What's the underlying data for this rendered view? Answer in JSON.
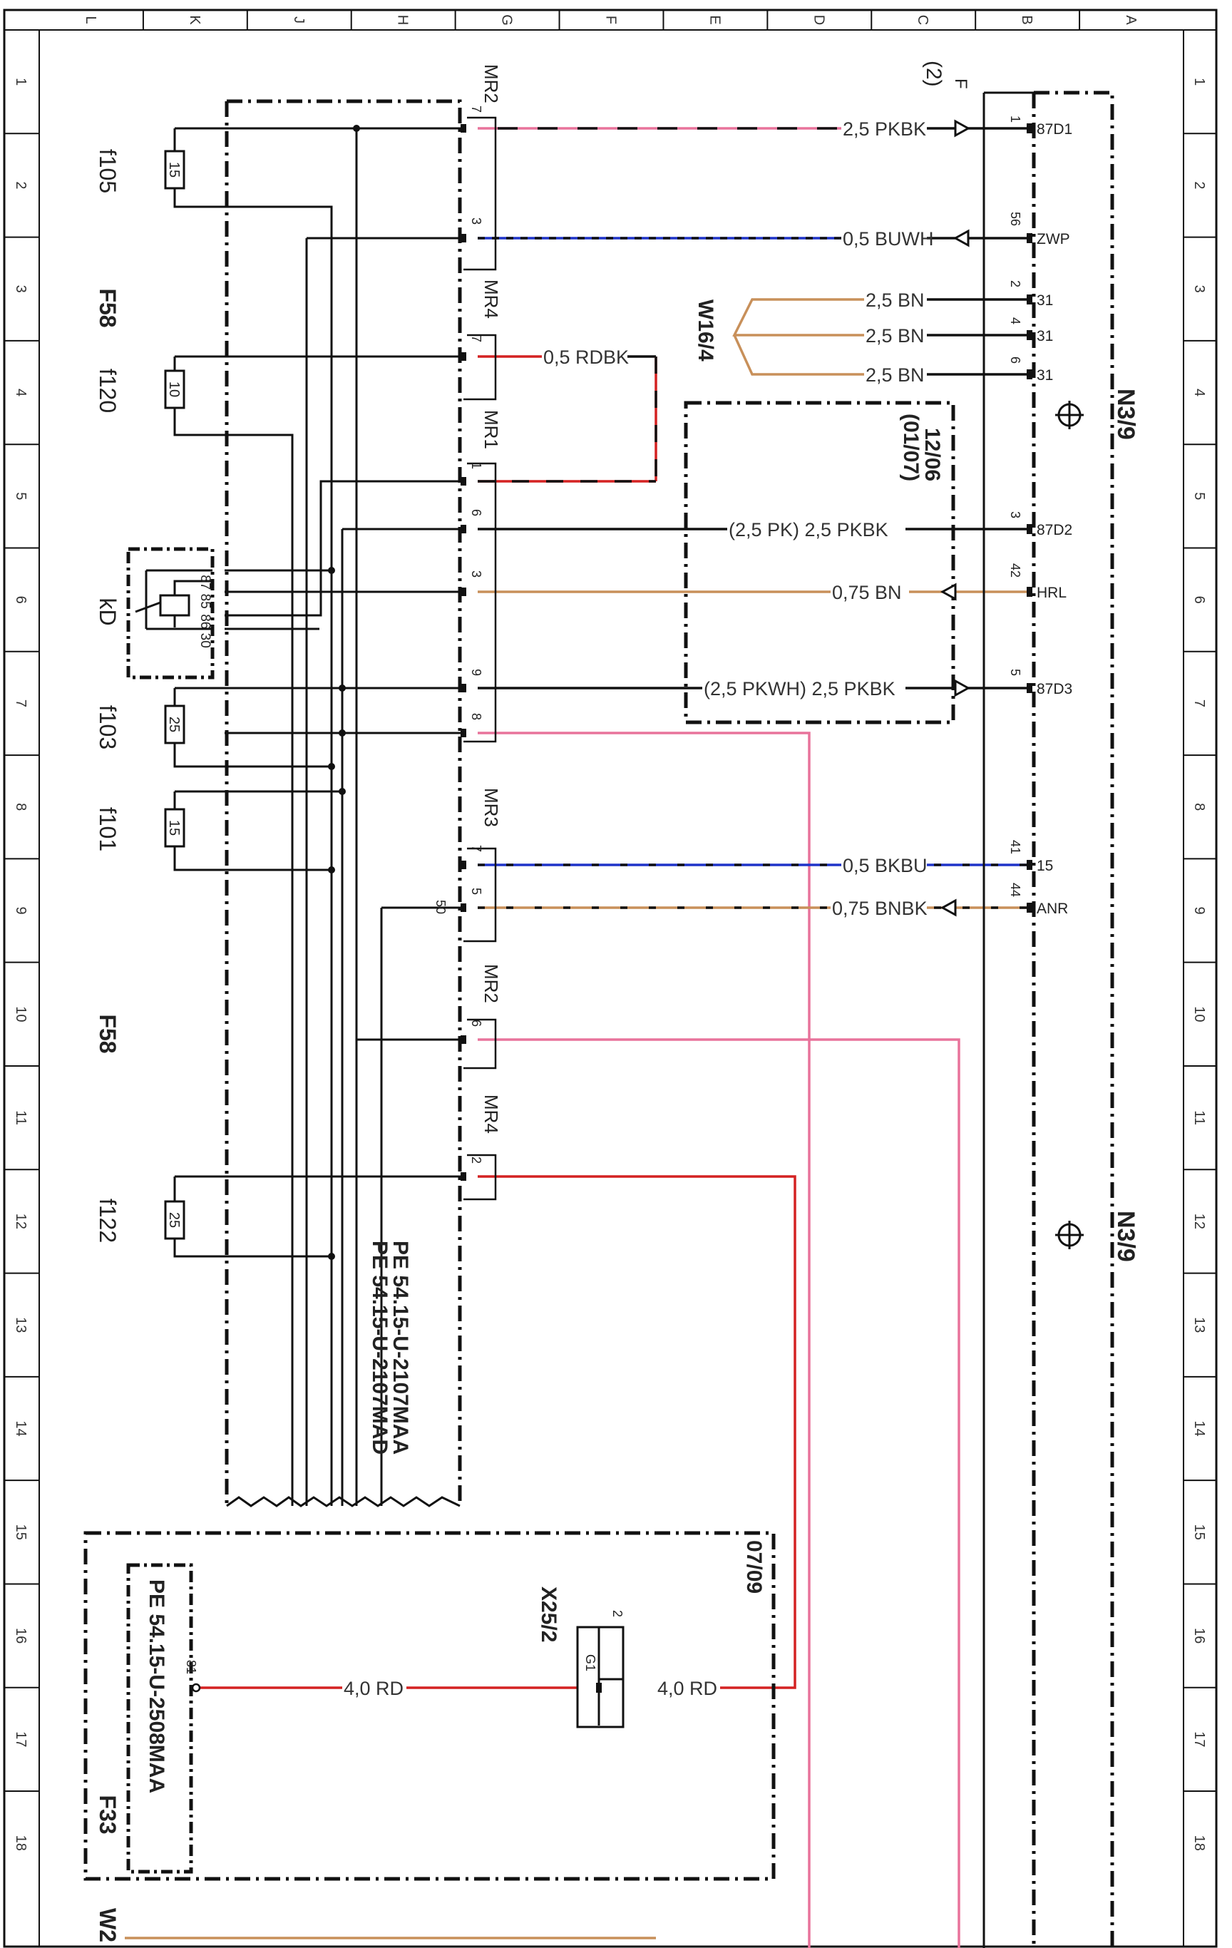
{
  "colors": {
    "black": "#111111",
    "pink": "#e8739b",
    "red": "#d42222",
    "blue": "#1f33c8",
    "brown": "#c8905a"
  },
  "grid": {
    "columns": [
      "L",
      "K",
      "J",
      "H",
      "G",
      "F",
      "E",
      "D",
      "C",
      "B",
      "A"
    ],
    "rows": [
      "1",
      "2",
      "3",
      "4",
      "5",
      "6",
      "7",
      "8",
      "9",
      "10",
      "11",
      "12",
      "13",
      "14",
      "15",
      "16",
      "17",
      "18"
    ]
  },
  "components": {
    "f58_top": "F58",
    "f58_bottom": "F58",
    "f105": "f105",
    "f120": "f120",
    "kd": "kD",
    "f103": "f103",
    "f101": "f101",
    "f122": "f122",
    "fuse_f105": "15",
    "fuse_f120": "10",
    "fuse_f103": "25",
    "fuse_f101": "15",
    "fuse_f122": "25",
    "relay_pins_a": "87 85",
    "relay_pins_b": "86 30",
    "n39_top": "N3/9",
    "n39_bottom": "N3/9",
    "w16_4": "W16/4",
    "x25_2": "X25/2",
    "x25_pin": "2",
    "x25_g1": "G1",
    "f33": "F33",
    "w2": "W2",
    "ref_f": "(2)",
    "ref_f_sup": "F",
    "date_1206": "12/06",
    "date_0107": "(01/07)",
    "date_0709": "07/09",
    "pe1": "PE 54.15-U-2107MAA",
    "pe2": "PE 54.15-U-2107MAD",
    "pe3": "PE 54.15-U-2508MAA"
  },
  "connectors": {
    "mr2_a": "MR2",
    "mr4_a": "MR4",
    "mr1": "MR1",
    "mr3": "MR3",
    "mr2_b": "MR2",
    "mr4_b": "MR4"
  },
  "pins_left": {
    "mr2_7": "7",
    "mr2_3": "3",
    "mr4_7": "7",
    "mr1_1": "1",
    "mr1_6": "6",
    "mr1_3": "3",
    "mr1_9": "9",
    "mr1_8": "8",
    "mr3_7": "7",
    "mr3_5": "5",
    "mr3_50": "50",
    "mr2b_6": "6",
    "mr4b_2": "2",
    "f33_81": "81"
  },
  "pins_right": {
    "p1": "1",
    "p56": "56",
    "p2": "2",
    "p4": "4",
    "p6": "6",
    "p3": "3",
    "p42": "42",
    "p5": "5",
    "p41": "41",
    "p44": "44"
  },
  "terminals": {
    "t87d1": "87D1",
    "tzwp": "ZWP",
    "t31a": "31",
    "t31b": "31",
    "t31c": "31",
    "t87d2": "87D2",
    "thrl": "HRL",
    "t87d3": "87D3",
    "t15": "15",
    "tanr": "ANR"
  },
  "wires": {
    "pkbk_1": "2,5 PKBK",
    "buwh": "0,5 BUWH",
    "bn_a": "2,5 BN",
    "bn_b": "2,5 BN",
    "bn_c": "2,5 BN",
    "rdbk": "0,5 RDBK",
    "pkbk_2": "(2,5 PK) 2,5 PKBK",
    "bn_075": "0,75 BN",
    "pkbk_3": "(2,5 PKWH) 2,5 PKBK",
    "bkbu": "0,5 BKBU",
    "bnbk": "0,75 BNBK",
    "rd_a": "4,0 RD",
    "rd_b": "4,0 RD"
  }
}
